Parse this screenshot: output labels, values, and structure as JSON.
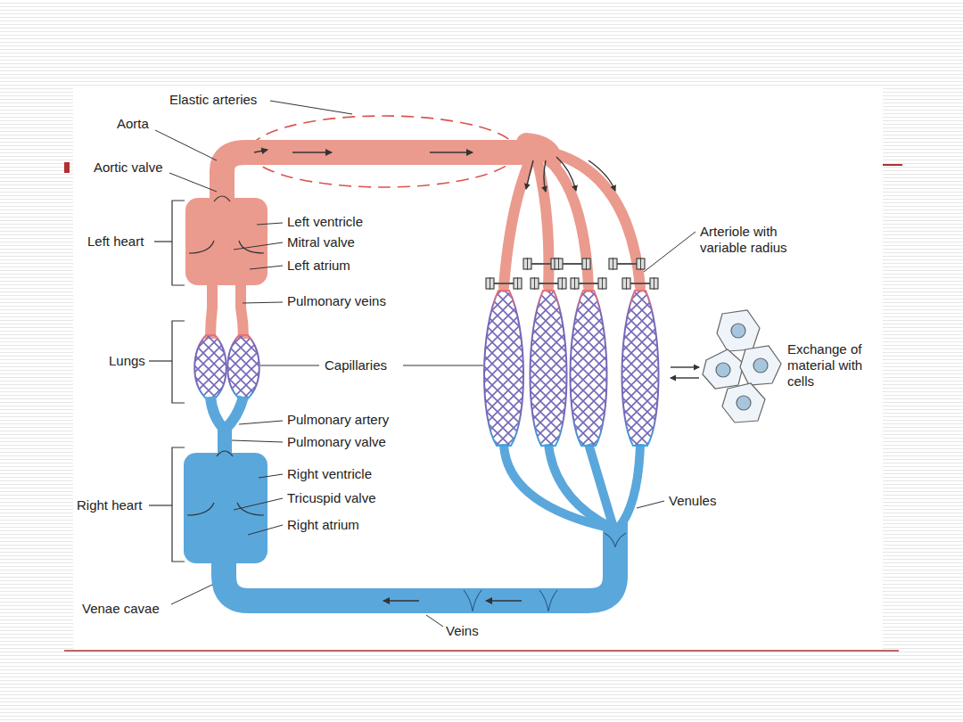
{
  "diagram": {
    "labels": [
      "Elastic arteries",
      "Aorta",
      "Aortic valve",
      "Left heart",
      "Left ventricle",
      "Mitral valve",
      "Left atrium",
      "Pulmonary veins",
      "Lungs",
      "Capillaries",
      "Pulmonary artery",
      "Pulmonary valve",
      "Right heart",
      "Right ventricle",
      "Tricuspid valve",
      "Right atrium",
      "Venae cavae",
      "Veins",
      "Venules",
      "Arteriole with variable radius",
      "Exchange of material with cells"
    ]
  }
}
